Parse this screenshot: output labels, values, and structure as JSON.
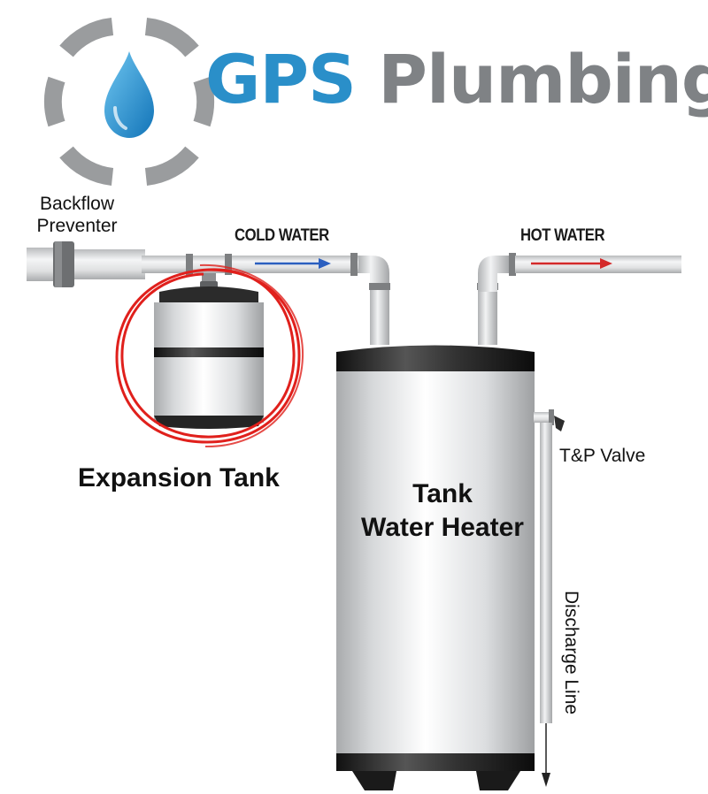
{
  "brand": {
    "name_part1": "GPS",
    "name_part2": "Plumbing",
    "colors": {
      "blue": "#2a8fc9",
      "gray": "#7f8285",
      "ring": "#9a9c9e"
    },
    "logo_icon": "water-drop-icon"
  },
  "pipes": {
    "cold_label": "COLD WATER",
    "hot_label": "HOT WATER",
    "cold_arrow_color": "#2b5fc0",
    "hot_arrow_color": "#d42a2a"
  },
  "components": {
    "backflow": {
      "line1": "Backflow",
      "line2": "Preventer"
    },
    "expansion_tank": "Expansion Tank",
    "heater": {
      "line1": "Tank",
      "line2": "Water Heater"
    },
    "tp_valve": "T&P Valve",
    "discharge_line": "Discharge Line"
  },
  "highlight": {
    "color": "#e0201c"
  }
}
